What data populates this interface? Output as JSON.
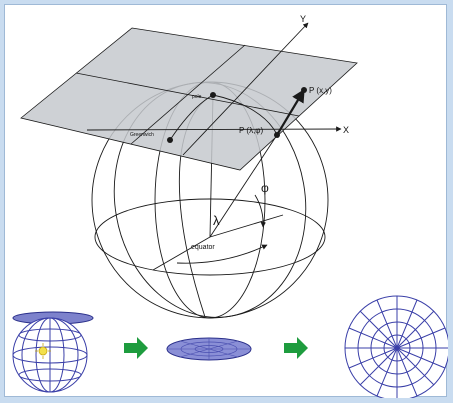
{
  "diagram": {
    "labels": {
      "axis_x": "X",
      "axis_y": "Y",
      "point_xy": "P (x,y)",
      "point_geo": "P (λ,φ)",
      "pole": "pole",
      "greenwich": "Greenwich",
      "phi": "φ",
      "lambda": "λ",
      "equator": "equator"
    },
    "colors": {
      "plane_fill": "#c6c9ce",
      "line": "#1a1a1a",
      "globe_blue": "#3a3fa8",
      "arrow_green": "#1e9c3e"
    },
    "steps": [
      "globe-with-light-source",
      "projection-disc",
      "azimuthal-map"
    ]
  }
}
